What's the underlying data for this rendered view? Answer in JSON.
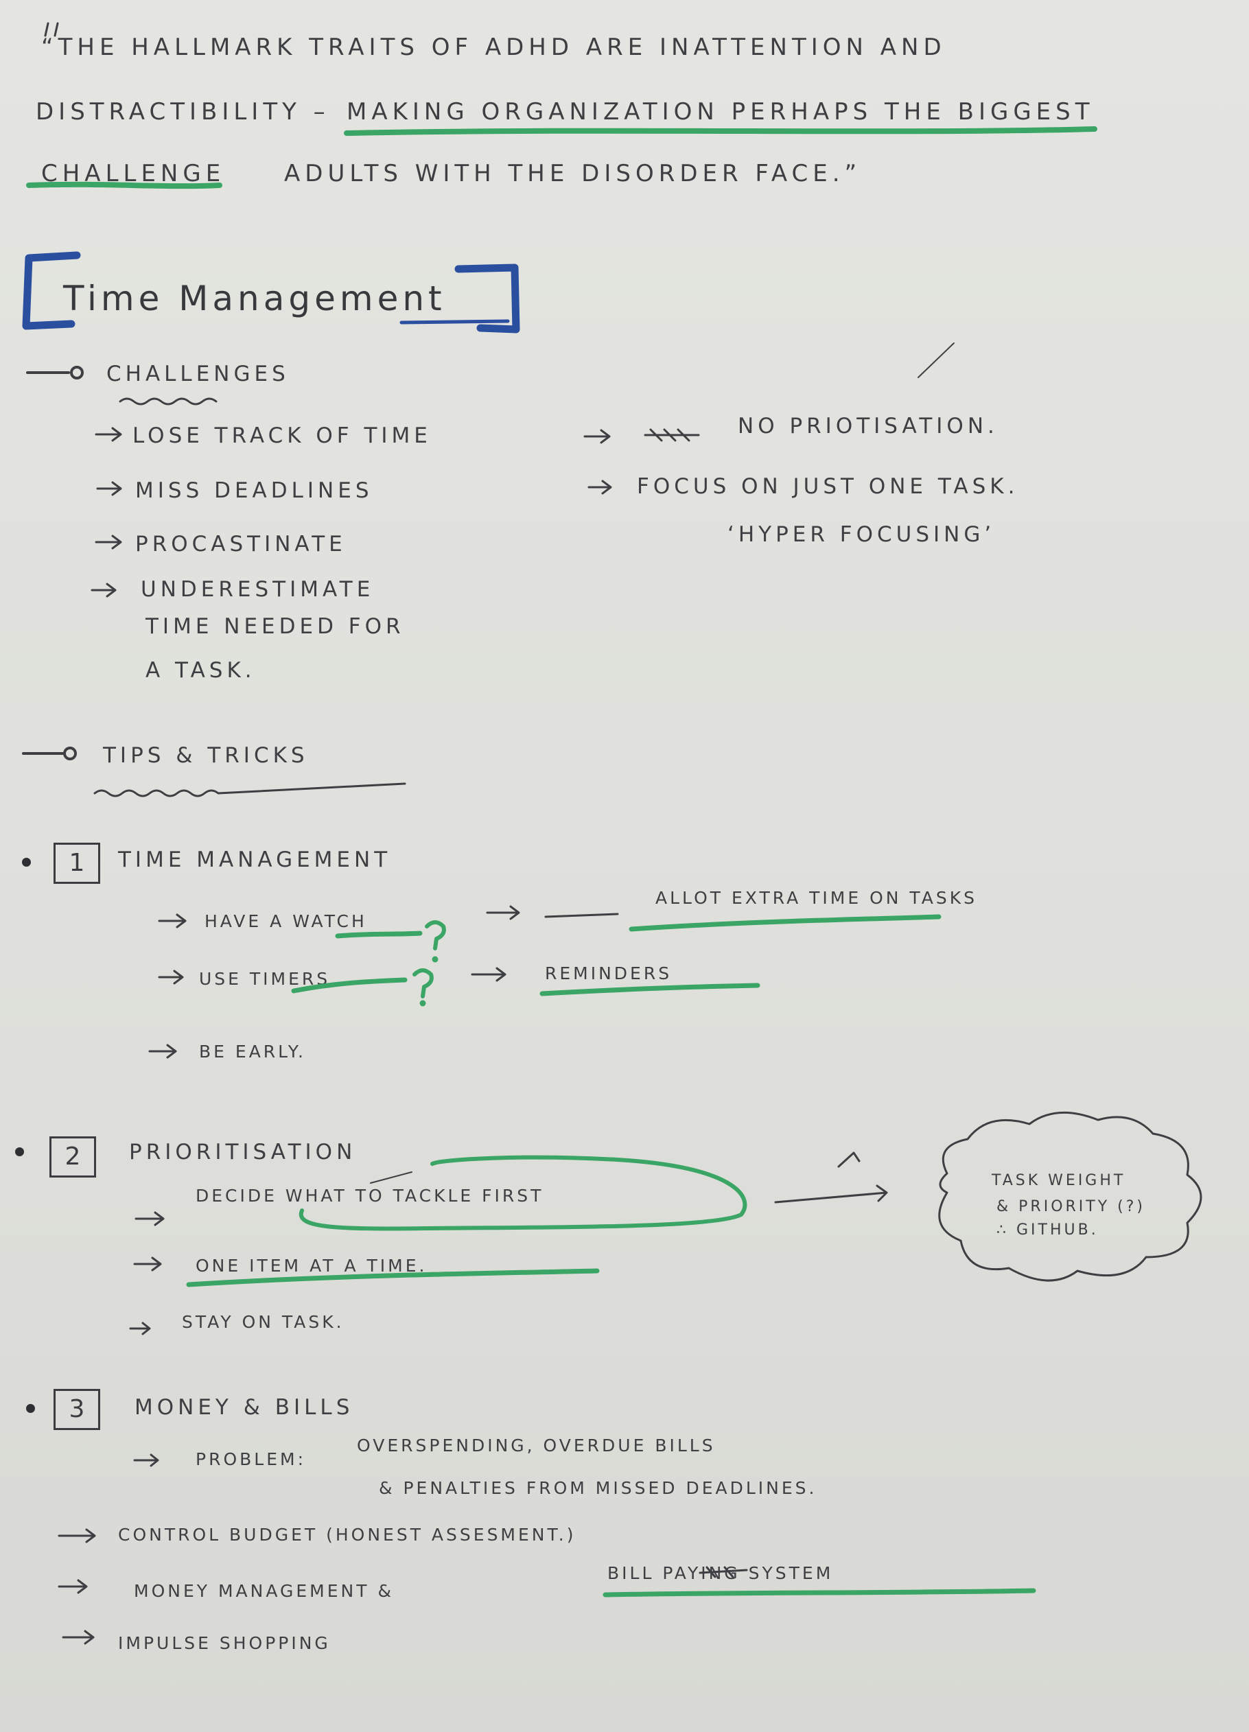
{
  "quote": {
    "line1": "“THE HALLMARK TRAITS OF ADHD ARE INATTENTION AND",
    "line2a": "DISTRACTIBILITY –",
    "line2b": "MAKING ORGANIZATION PERHAPS THE BIGGEST",
    "line3a": "CHALLENGE",
    "line3b": "ADULTS WITH THE DISORDER FACE.”"
  },
  "section_title": "Time Management",
  "challenges": {
    "heading": "CHALLENGES",
    "left_items": [
      "LOSE TRACK OF TIME",
      "MISS DEADLINES",
      "PROCASTINATE",
      "UNDERESTIMATE",
      "TIME NEEDED FOR",
      "A TASK."
    ],
    "right_items": [
      "NO PRIOTISATION.",
      "FOCUS ON JUST ONE TASK.",
      "‘HYPER FOCUSING’"
    ]
  },
  "tips": {
    "heading": "TIPS & TRICKS",
    "sections": [
      {
        "number": "1",
        "title": "TIME MANAGEMENT",
        "items": [
          "HAVE A WATCH",
          "USE TIMERS",
          "BE EARLY."
        ],
        "side_items": [
          "ALLOT EXTRA TIME ON TASKS",
          "REMINDERS"
        ]
      },
      {
        "number": "2",
        "title": "PRIORITISATION",
        "items": [
          "DECIDE WHAT TO TACKLE FIRST",
          "ONE ITEM AT A TIME.",
          "STAY ON TASK."
        ],
        "cloud": [
          "TASK WEIGHT",
          "& PRIORITY (?)",
          "∴ GITHUB."
        ]
      },
      {
        "number": "3",
        "title": "MONEY & BILLS",
        "problem_label": "PROBLEM:",
        "problem_text_1": "OVERSPENDING, OVERDUE BILLS",
        "problem_text_2": "& PENALTIES FROM MISSED DEADLINES.",
        "items": [
          "CONTROL BUDGET (HONEST ASSESMENT.)",
          "MONEY MANAGEMENT & ",
          "BILL PAYING SYSTEM",
          "IMPULSE SHOPPING"
        ]
      }
    ]
  },
  "colors": {
    "ink_black": "#3e3f42",
    "highlight_green": "#3aa565",
    "bracket_blue": "#2a4f9e"
  }
}
